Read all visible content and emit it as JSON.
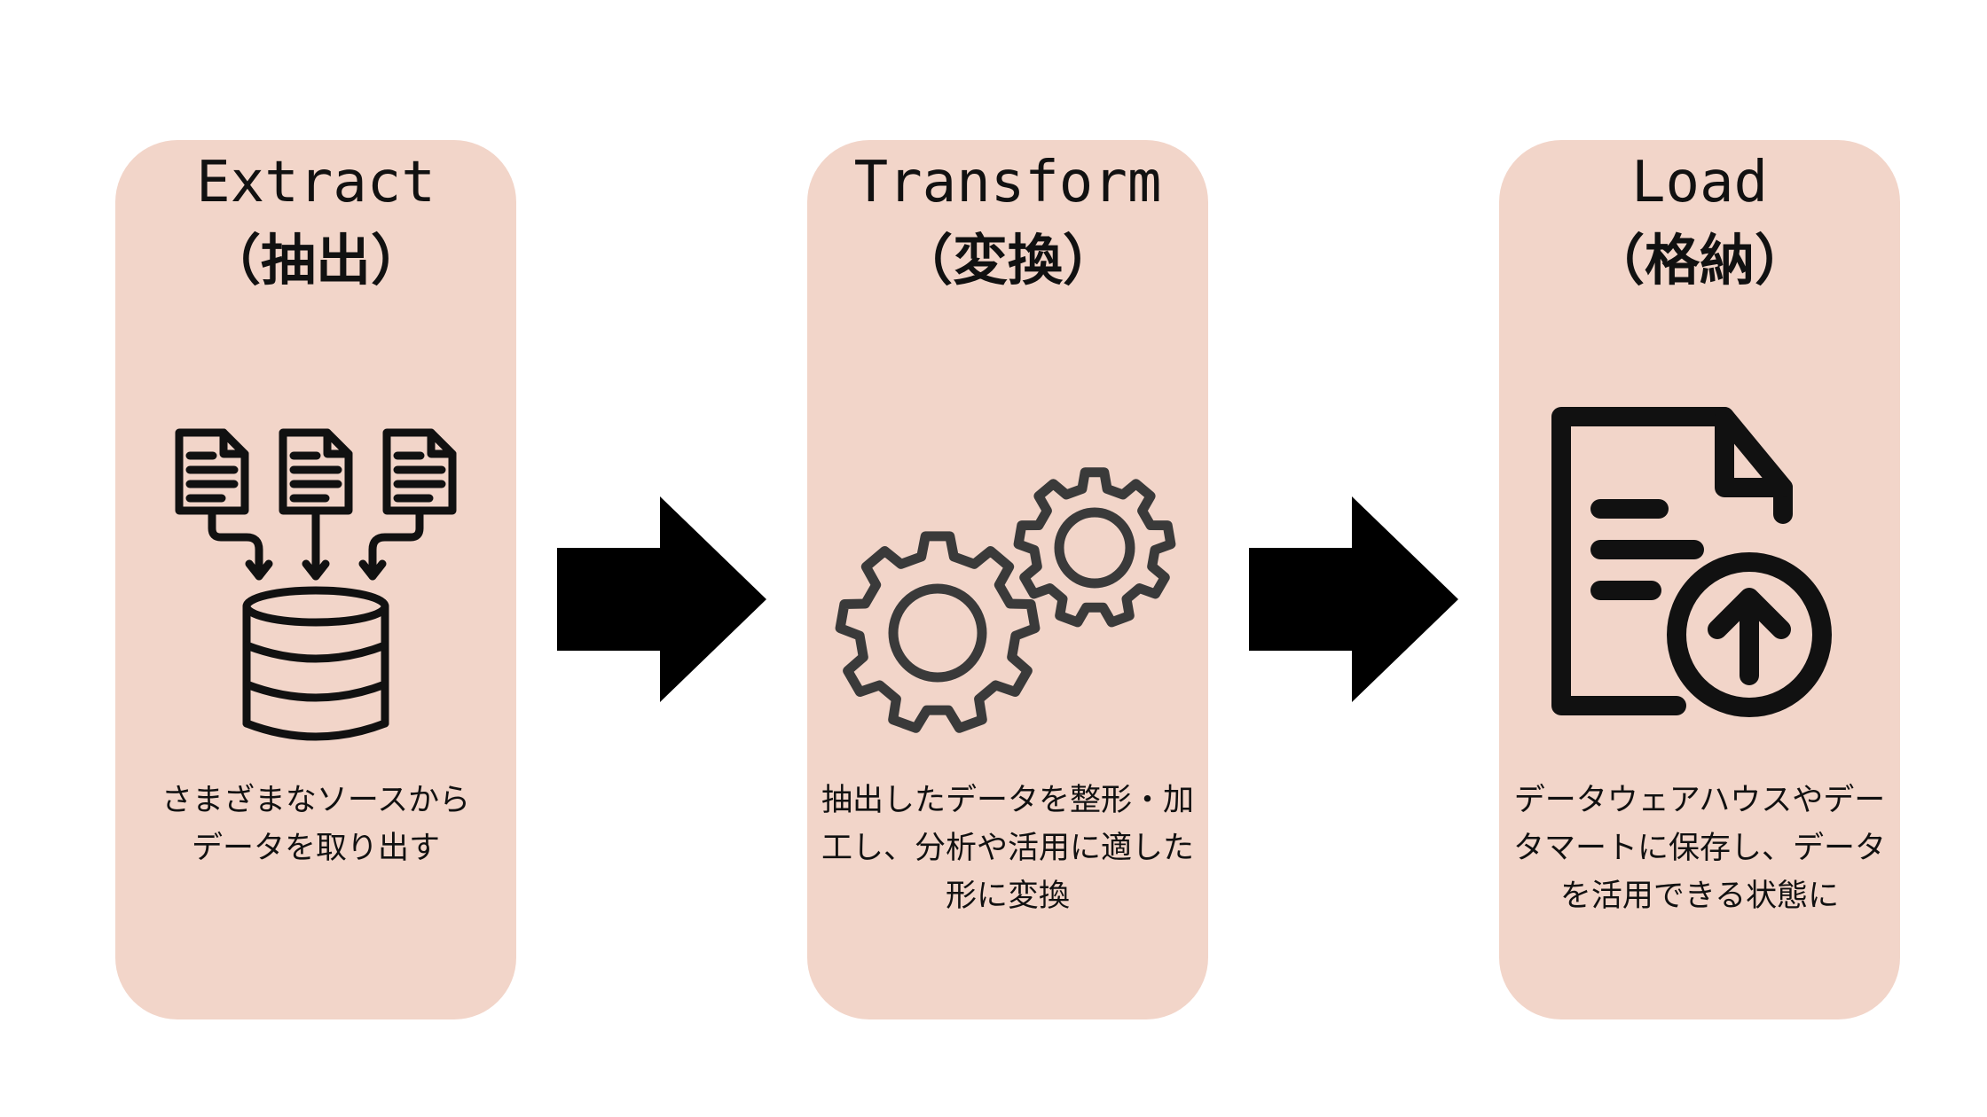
{
  "stages": [
    {
      "title": "Extract",
      "subtitle": "（抽出）",
      "icon": "documents-to-database-icon",
      "description": "さまざまなソースからデータを取り出す"
    },
    {
      "title": "Transform",
      "subtitle": "（変換）",
      "icon": "gears-icon",
      "description": "抽出したデータを整形・加工し、分析や活用に適した形に変換"
    },
    {
      "title": "Load",
      "subtitle": "（格納）",
      "icon": "document-upload-icon",
      "description": "データウェアハウスやデータマートに保存し、データを活用できる状態に"
    }
  ],
  "arrows": [
    {
      "icon": "right-arrow-icon"
    },
    {
      "icon": "right-arrow-icon"
    }
  ],
  "colors": {
    "panel": "#f2d5c9",
    "ink": "#111111",
    "arrow": "#000000",
    "gear": "#3a3a3a"
  }
}
